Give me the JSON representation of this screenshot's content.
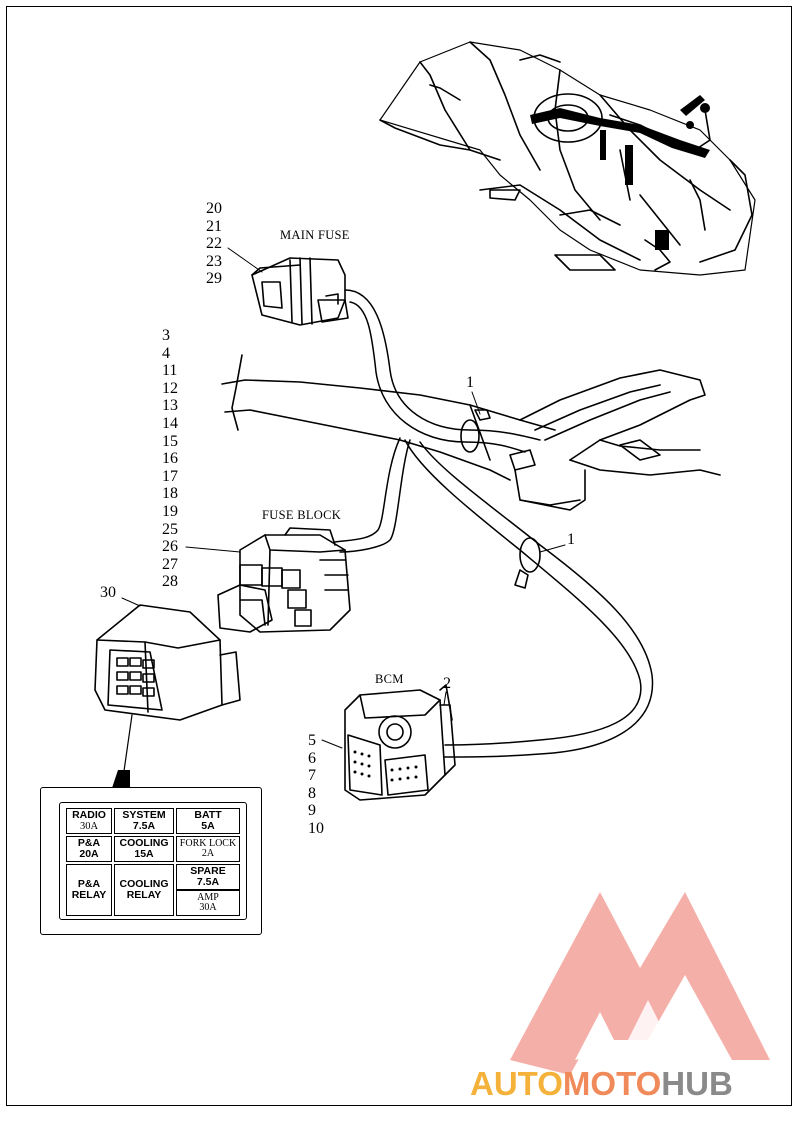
{
  "labels": {
    "main_fuse": "MAIN FUSE",
    "fuse_block": "FUSE BLOCK",
    "bcm": "BCM"
  },
  "callouts": {
    "main_fuse": [
      "20",
      "21",
      "22",
      "23",
      "29"
    ],
    "fuse_block": [
      "3",
      "4",
      "11",
      "12",
      "13",
      "14",
      "15",
      "16",
      "17",
      "18",
      "19",
      "25",
      "26",
      "27",
      "28"
    ],
    "cover": "30",
    "clip_upper": "1",
    "clip_lower": "1",
    "bcm_clip": "2",
    "bcm": [
      "5",
      "6",
      "7",
      "8",
      "9",
      "10"
    ]
  },
  "fuse_panel": {
    "cells": [
      {
        "name": "RADIO",
        "rating": "30A"
      },
      {
        "name": "SYSTEM",
        "rating": "7.5A"
      },
      {
        "name": "BATT",
        "rating": "5A"
      },
      {
        "name": "P&A",
        "rating": "20A"
      },
      {
        "name": "COOLING",
        "rating": "15A"
      },
      {
        "name": "FORK LOCK",
        "rating": "2A"
      },
      {
        "name": "P&A",
        "rating": "RELAY"
      },
      {
        "name": "COOLING",
        "rating": "RELAY"
      },
      {
        "name": "SPARE",
        "rating": "7.5A"
      },
      {
        "name": "AMP",
        "rating": "30A"
      }
    ]
  },
  "watermark": {
    "part1": "AUTO",
    "part2": "MOTO",
    "part3": "HUB",
    "colors": {
      "auto": "#f5b23a",
      "moto": "#f08a5a",
      "hub": "#8a8a8a",
      "triangle": "#f4a6a0"
    }
  }
}
